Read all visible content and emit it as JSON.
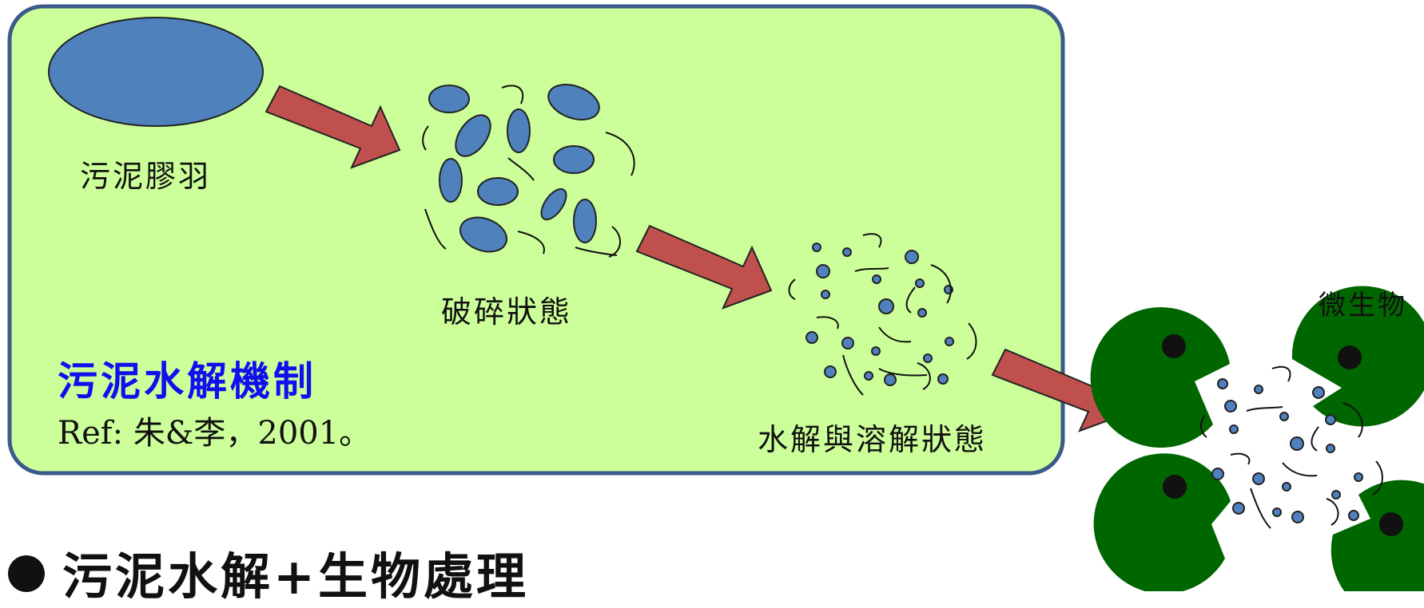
{
  "labels": {
    "floc": "污泥膠羽",
    "broken": "破碎狀態",
    "hydrolysis": "水解與溶解狀態",
    "microbe": "微生物",
    "title": "污泥水解機制",
    "ref": "Ref: 朱&李，2001。",
    "bullet": "污泥水解+生物處理"
  },
  "colors": {
    "panel_fill": "#ccff99",
    "panel_border": "#3a5a8a",
    "particle": "#4f81bd",
    "arrow": "#c0504d",
    "microbe": "#006600",
    "title": "#1010ee"
  },
  "icons": [
    "floc-ellipse",
    "arrow-right",
    "particle",
    "fiber-curl",
    "microbe-pacman"
  ]
}
